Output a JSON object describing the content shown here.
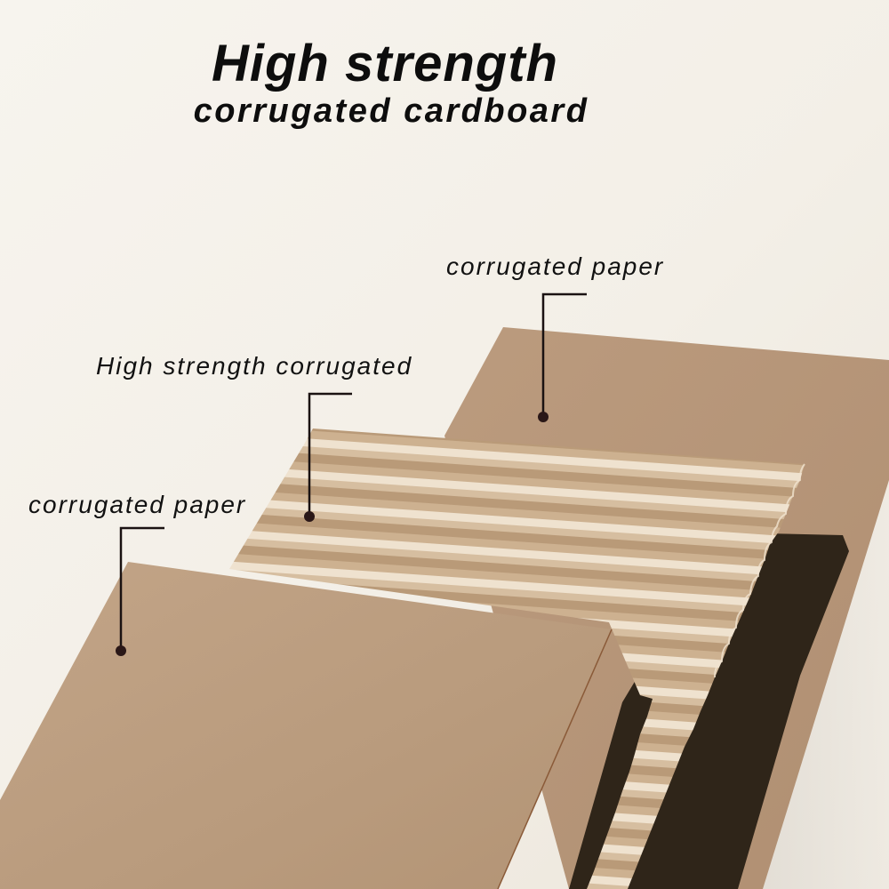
{
  "title": {
    "line1": "High strength",
    "line2": "corrugated cardboard"
  },
  "callouts": [
    {
      "label": "corrugated paper",
      "target": "back liner sheet"
    },
    {
      "label": "High strength corrugated",
      "target": "fluted middle layer"
    },
    {
      "label": "corrugated paper",
      "target": "front liner sheet"
    }
  ],
  "colors": {
    "background": "#f3efe7",
    "liner": "#b8977a",
    "liner_light": "#c4a78b",
    "flute_light": "#e9d8c3",
    "flute_dark": "#a98a6c",
    "shadow": "#2e2418",
    "text": "#0d0d0d"
  }
}
